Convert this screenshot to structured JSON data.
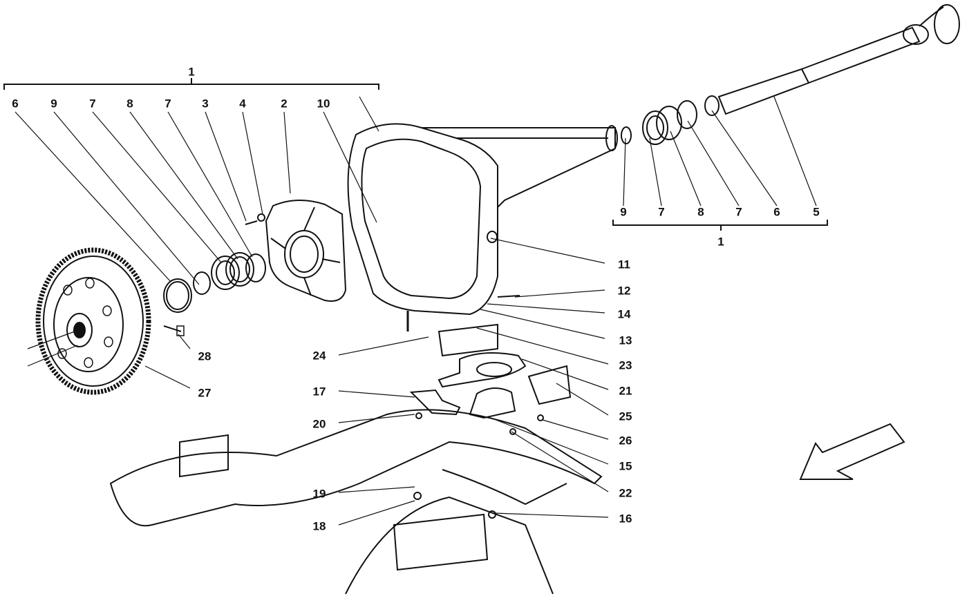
{
  "labels": {
    "left_group": "1",
    "right_group": "1",
    "top_row": [
      "6",
      "9",
      "7",
      "8",
      "7",
      "3",
      "4",
      "2",
      "10"
    ],
    "right_row": [
      "9",
      "7",
      "8",
      "7",
      "6",
      "5"
    ],
    "right_col": [
      "11",
      "12",
      "14",
      "13",
      "23",
      "21",
      "25",
      "26",
      "15",
      "22",
      "16"
    ],
    "mid_col": [
      "24",
      "17",
      "20",
      "19",
      "18"
    ],
    "flywheel": [
      "28",
      "27"
    ]
  }
}
